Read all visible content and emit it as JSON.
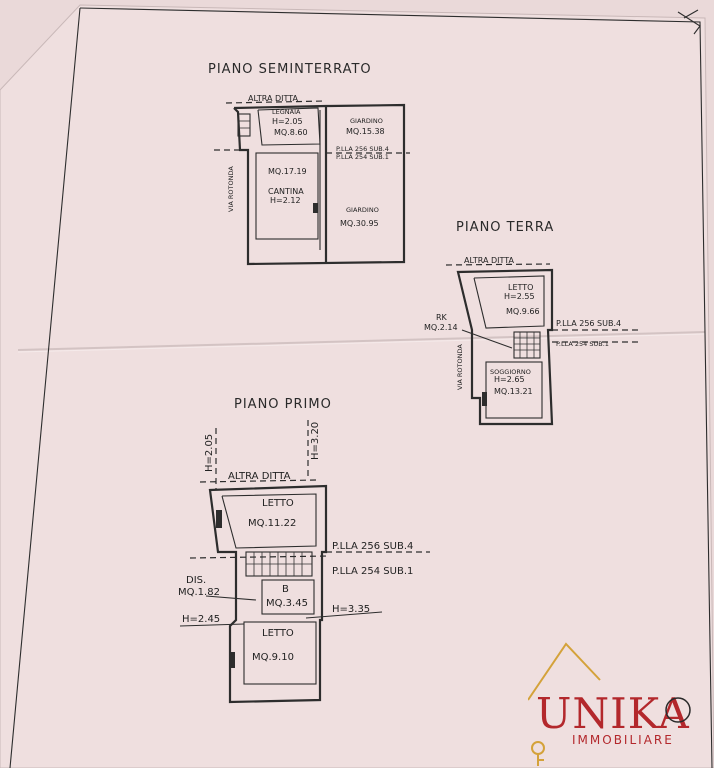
{
  "basement": {
    "title": "PIANO SEMINTERRATO",
    "altra_ditta": "ALTRA DITTA",
    "legnaia_name": "LEGNAIA",
    "legnaia_h": "H=2.05",
    "legnaia_mq": "MQ.8.60",
    "giardino_top_name": "GIARDINO",
    "giardino_top_mq": "MQ.15.38",
    "plla_256": "P.LLA 256 SUB.4",
    "plla_254": "P.LLA 254 SUB.1",
    "cantina_mq": "MQ.17.19",
    "cantina_name": "CANTINA",
    "cantina_h": "H=2.12",
    "giardino_bottom_name": "GIARDINO",
    "giardino_bottom_mq": "MQ.30.95",
    "via": "VIA ROTONDA"
  },
  "ground": {
    "title": "PIANO TERRA",
    "altra_ditta": "ALTRA DITTA",
    "letto_name": "LETTO",
    "letto_h": "H=2.55",
    "letto_mq": "MQ.9.66",
    "rk_name": "RK",
    "rk_mq": "MQ.2.14",
    "plla_256": "P.LLA 256 SUB.4",
    "plla_254": "P.LLA 254 SUB.1",
    "soggiorno_name": "SOGGIORNO",
    "soggiorno_h": "H=2.65",
    "soggiorno_mq": "MQ.13.21",
    "via": "VIA ROTONDA"
  },
  "first": {
    "title": "PIANO PRIMO",
    "h_left_top": "H=2.05",
    "h_right_top": "H=3.20",
    "altra_ditta": "ALTRA DITTA",
    "letto1_name": "LETTO",
    "letto1_mq": "MQ.11.22",
    "plla_256": "P.LLA 256 SUB.4",
    "plla_254": "P.LLA 254 SUB.1",
    "dis_name": "DIS.",
    "dis_mq": "MQ.1.82",
    "b_name": "B",
    "b_mq": "MQ.3.45",
    "h_left_mid": "H=2.45",
    "h_right_mid": "H=3.35",
    "letto2_name": "LETTO",
    "letto2_mq": "MQ.9.10"
  },
  "logo": {
    "name": "UNIKA",
    "subtitle": "IMMOBILIARE"
  },
  "colors": {
    "paper": "#ead9d9",
    "ink": "#2d2d2d",
    "brand": "#b3282c",
    "brand_gold": "#d4a23a"
  }
}
